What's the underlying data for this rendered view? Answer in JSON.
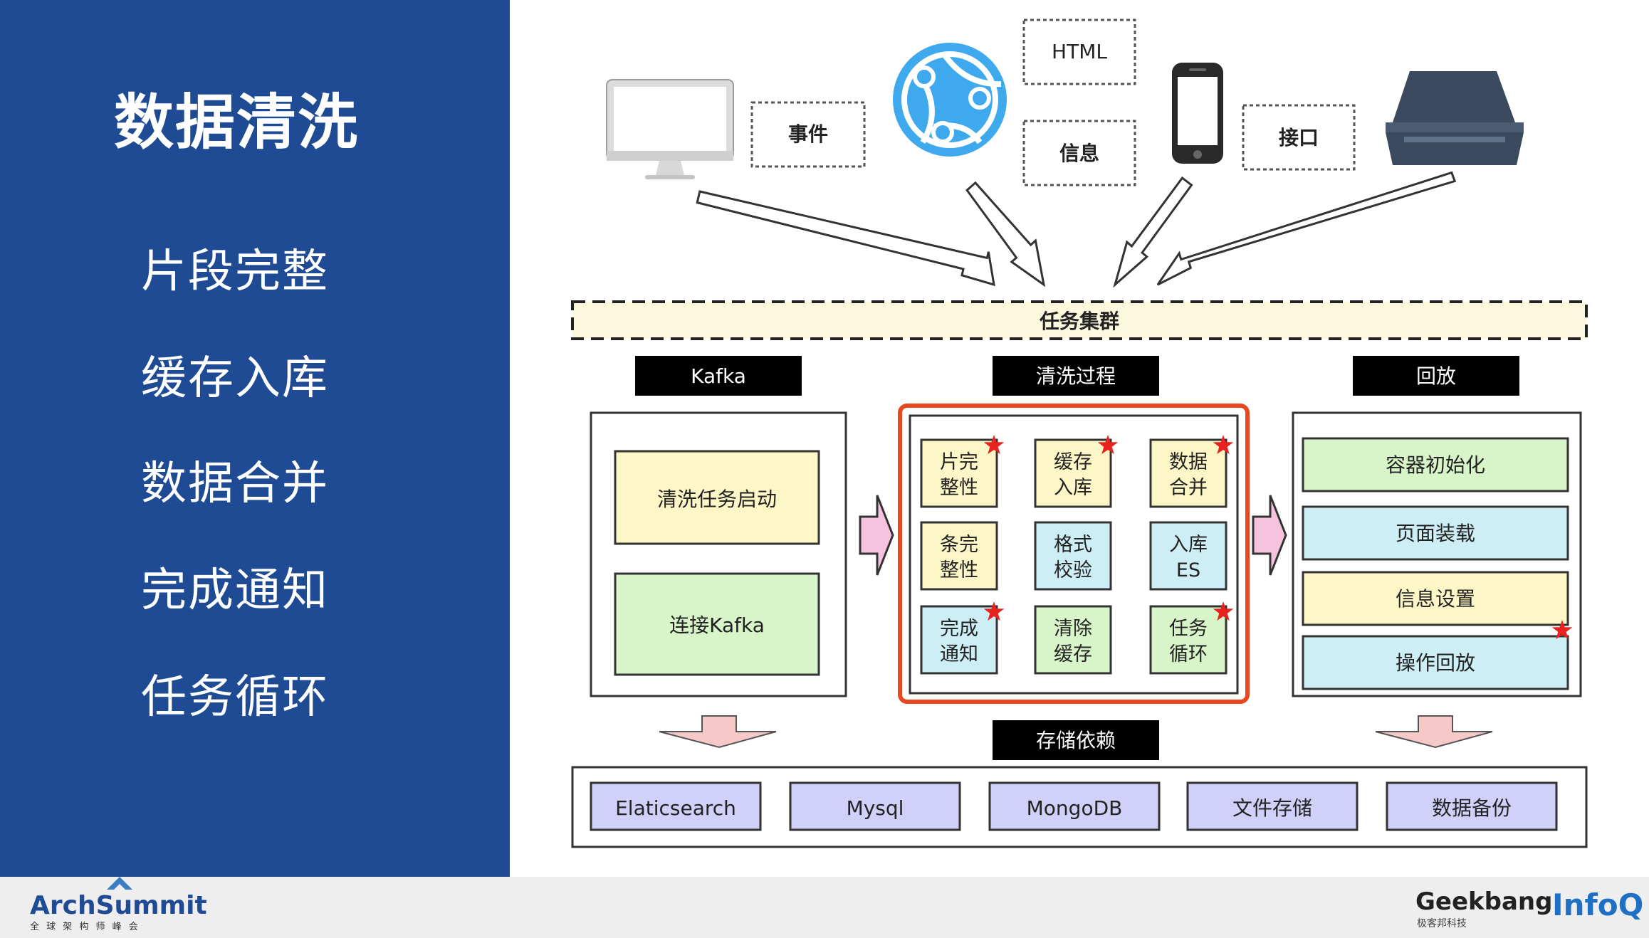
{
  "sidebar": {
    "title": "数据清洗",
    "items": [
      "片段完整",
      "缓存入库",
      "数据合并",
      "完成通知",
      "任务循环"
    ]
  },
  "sources": {
    "event": "事件",
    "html": "HTML",
    "info": "信息",
    "interface": "接口"
  },
  "cluster_label": "任务集群",
  "section_headers": {
    "kafka": "Kafka",
    "cleaning": "清洗过程",
    "replay": "回放",
    "storage": "存储依赖"
  },
  "kafka_boxes": [
    "清洗任务启动",
    "连接Kafka"
  ],
  "cleaning_cells": [
    {
      "l1": "片完",
      "l2": "整性",
      "star": true,
      "color": "#fdf7c7"
    },
    {
      "l1": "缓存",
      "l2": "入库",
      "star": true,
      "color": "#fdf7c7"
    },
    {
      "l1": "数据",
      "l2": "合并",
      "star": true,
      "color": "#fdf7c7"
    },
    {
      "l1": "条完",
      "l2": "整性",
      "star": false,
      "color": "#fdf7c7"
    },
    {
      "l1": "格式",
      "l2": "校验",
      "star": false,
      "color": "#cdeef5"
    },
    {
      "l1": "入库",
      "l2": "ES",
      "star": false,
      "color": "#cdeef5"
    },
    {
      "l1": "完成",
      "l2": "通知",
      "star": true,
      "color": "#cdeef5"
    },
    {
      "l1": "清除",
      "l2": "缓存",
      "star": false,
      "color": "#d7f5c8"
    },
    {
      "l1": "任务",
      "l2": "循环",
      "star": true,
      "color": "#d7f5c8"
    }
  ],
  "replay_boxes": [
    {
      "label": "容器初始化",
      "color": "#d7f5c8",
      "star": false
    },
    {
      "label": "页面装载",
      "color": "#cdeef5",
      "star": false
    },
    {
      "label": "信息设置",
      "color": "#fdf7c7",
      "star": false
    },
    {
      "label": "操作回放",
      "color": "#cdeef5",
      "star": true
    }
  ],
  "storage_items": [
    "Elaticsearch",
    "Mysql",
    "MongoDB",
    "文件存储",
    "数据备份"
  ],
  "footer": {
    "left_logo_text": "ArchSummit",
    "left_logo_sub": "全 球 架 构 师 峰 会",
    "right_logo_1": "Geekbang",
    "right_logo_1_sub": "极客邦科技",
    "right_logo_2": "InfoQ"
  },
  "colors": {
    "sidebar_bg": "#1f4a94",
    "highlight_border": "#e8471f",
    "star": "#e8231f",
    "storage_fill": "#d1d0f8",
    "cluster_fill": "#fbf8de"
  }
}
